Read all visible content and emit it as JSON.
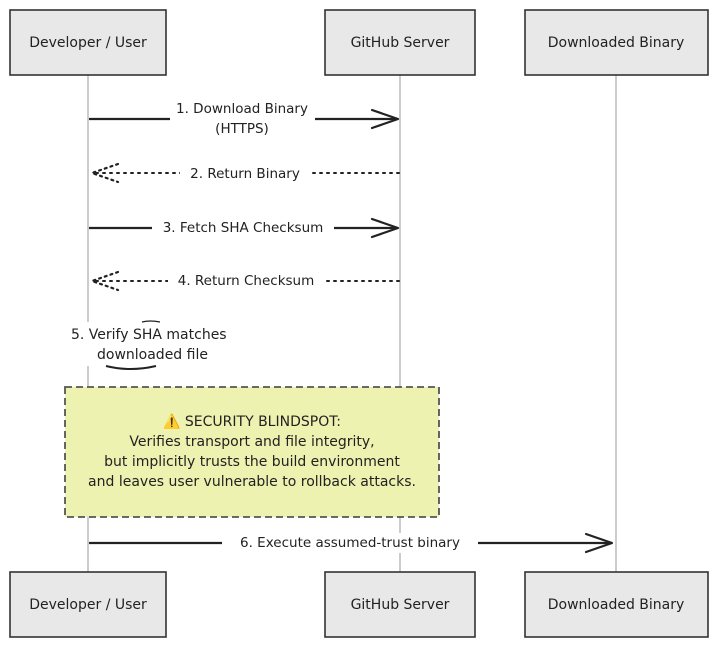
{
  "participants": [
    {
      "id": "dev",
      "label": "Developer / User"
    },
    {
      "id": "github",
      "label": "GitHub Server"
    },
    {
      "id": "binary",
      "label": "Downloaded Binary"
    }
  ],
  "messages": [
    {
      "step": 1,
      "lines": [
        "1. Download Binary",
        "(HTTPS)"
      ],
      "from": "dev",
      "to": "github",
      "style": "solid"
    },
    {
      "step": 2,
      "lines": [
        "2. Return Binary"
      ],
      "from": "github",
      "to": "dev",
      "style": "dotted"
    },
    {
      "step": 3,
      "lines": [
        "3. Fetch SHA Checksum"
      ],
      "from": "dev",
      "to": "github",
      "style": "solid"
    },
    {
      "step": 4,
      "lines": [
        "4. Return Checksum"
      ],
      "from": "github",
      "to": "dev",
      "style": "dotted"
    },
    {
      "step": 5,
      "lines": [
        "5. Verify SHA matches",
        "downloaded file"
      ],
      "from": "dev",
      "to": "dev",
      "style": "self"
    },
    {
      "step": 6,
      "lines": [
        "6. Execute assumed-trust binary"
      ],
      "from": "dev",
      "to": "binary",
      "style": "solid"
    }
  ],
  "note": {
    "icon": "warning-icon",
    "lines": [
      "⚠️ SECURITY BLINDSPOT:",
      "Verifies transport and file integrity,",
      "but implicitly trusts the build environment",
      "and leaves user vulnerable to rollback attacks."
    ],
    "color": "#eef2b0"
  }
}
